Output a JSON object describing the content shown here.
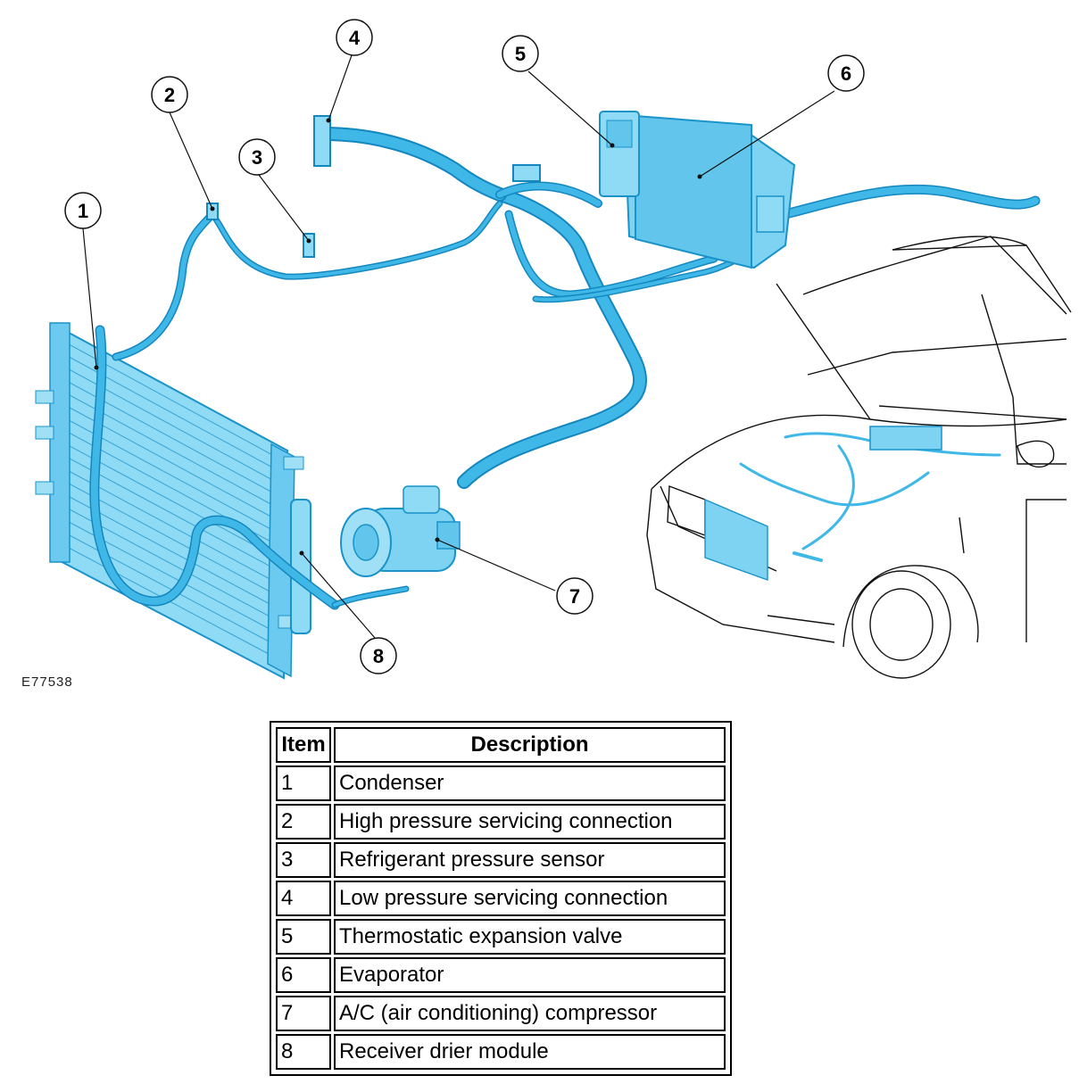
{
  "figure_id": "E77538",
  "callouts": [
    "1",
    "2",
    "3",
    "4",
    "5",
    "6",
    "7",
    "8"
  ],
  "legend": {
    "headers": {
      "item": "Item",
      "description": "Description"
    },
    "rows": [
      {
        "item": "1",
        "description": "Condenser"
      },
      {
        "item": "2",
        "description": "High pressure servicing connection"
      },
      {
        "item": "3",
        "description": "Refrigerant pressure sensor"
      },
      {
        "item": "4",
        "description": "Low pressure servicing connection"
      },
      {
        "item": "5",
        "description": "Thermostatic expansion valve"
      },
      {
        "item": "6",
        "description": "Evaporator"
      },
      {
        "item": "7",
        "description": "A/C (air conditioning) compressor"
      },
      {
        "item": "8",
        "description": "Receiver drier module"
      }
    ]
  },
  "colors": {
    "component_fill": "#7fd3f2",
    "component_stroke": "#1a93c9",
    "pipe": "#3fb8e8",
    "pipe_edge": "#1487bf",
    "vehicle_line": "#111111"
  }
}
